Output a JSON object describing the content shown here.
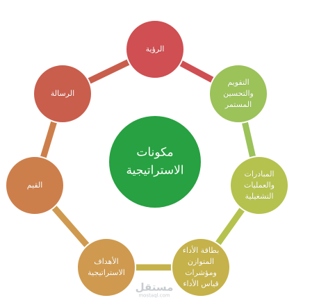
{
  "center": {
    "title": "مكونات\nالاستراتيجية",
    "color": "#27a141"
  },
  "ring": {
    "nodes": [
      {
        "key": "vision",
        "label": "الرؤية",
        "color": "#cf4f52"
      },
      {
        "key": "evaluation",
        "label": "التقويم\nوالتحسين\nالمستمر",
        "color": "#9cc25a"
      },
      {
        "key": "initiatives",
        "label": "المبادرات\nوالعمليات\nالتشغيلية",
        "color": "#b5c24e"
      },
      {
        "key": "scorecard",
        "label": "بطاقة الأداء\nالمتوازن\nومؤشرات\nقياس الأداء",
        "color": "#c6b24a"
      },
      {
        "key": "goals",
        "label": "الأهداف\nالاستراتيجية",
        "color": "#cf9a4f"
      },
      {
        "key": "values",
        "label": "القيم",
        "color": "#cd7f4b"
      },
      {
        "key": "mission",
        "label": "الرسالة",
        "color": "#c95e4d"
      }
    ]
  },
  "watermark": {
    "main": "مستقل",
    "sub": "mostaql.com"
  }
}
